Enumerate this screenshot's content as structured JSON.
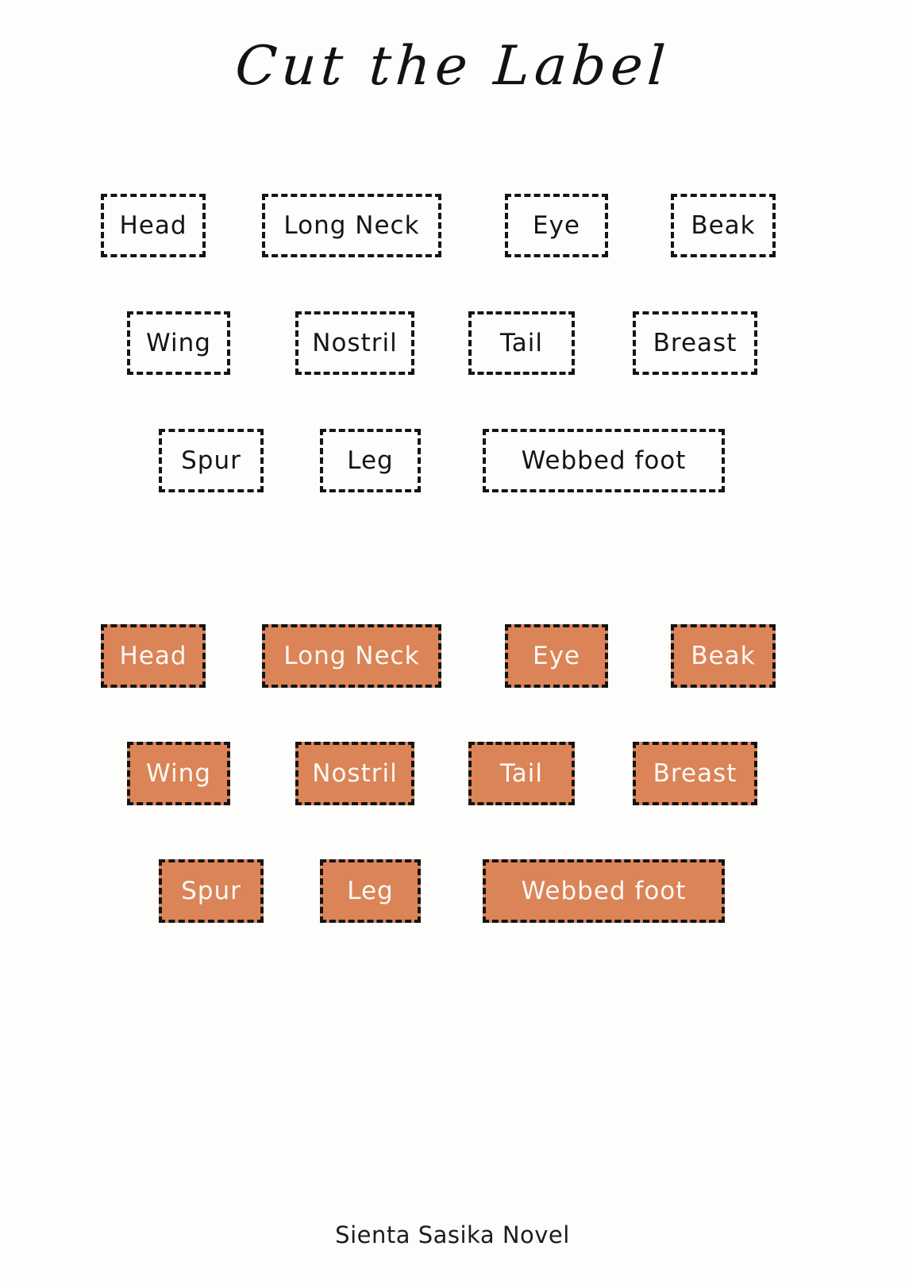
{
  "title": "Cut the Label",
  "footer": "Sienta Sasika Novel",
  "labels": {
    "head": "Head",
    "long_neck": "Long Neck",
    "eye": "Eye",
    "beak": "Beak",
    "wing": "Wing",
    "nostril": "Nostril",
    "tail": "Tail",
    "breast": "Breast",
    "spur": "Spur",
    "leg": "Leg",
    "webbed_foot": "Webbed foot"
  },
  "colors": {
    "background": "#FDFDFC",
    "label_fill": "#DB8457",
    "outline": "#141414",
    "label_text_plain": "#141414",
    "label_text_filled": "#FCF8F4"
  }
}
